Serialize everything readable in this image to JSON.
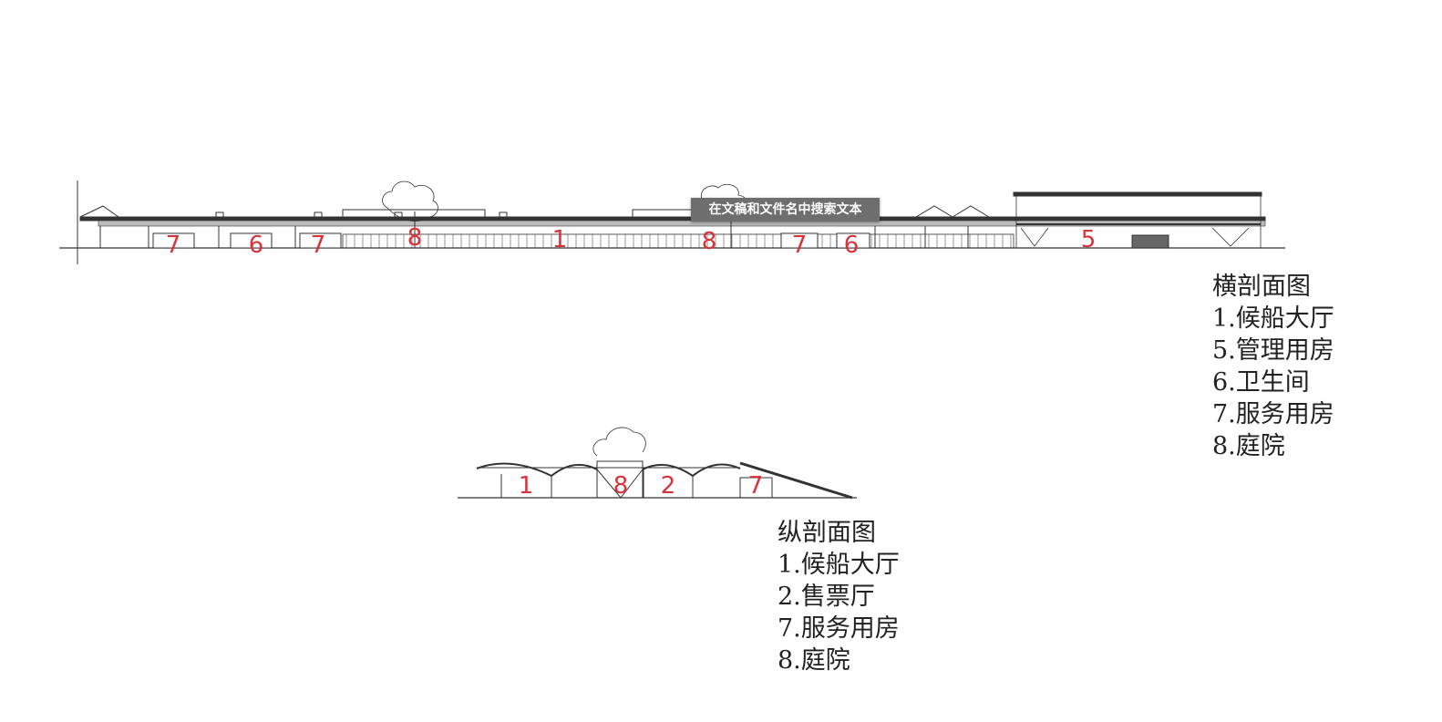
{
  "tooltip": "在文稿和文件名中搜索文本",
  "cross_section": {
    "labels": [
      "7",
      "6",
      "7",
      "8",
      "1",
      "8",
      "7",
      "6",
      "5"
    ],
    "legend": {
      "title": "横剖面图",
      "items": [
        "1.候船大厅",
        "5.管理用房",
        "6.卫生间",
        "7.服务用房",
        "8.庭院"
      ]
    }
  },
  "long_section": {
    "labels": [
      "1",
      "8",
      "2",
      "7"
    ],
    "legend": {
      "title": "纵剖面图",
      "items": [
        "1.候船大厅",
        "2.售票厅",
        "7.服务用房",
        "8.庭院"
      ]
    }
  },
  "colors": {
    "label": "#d8333b",
    "line": "#333333",
    "tooltip": "#6e6e6e"
  }
}
